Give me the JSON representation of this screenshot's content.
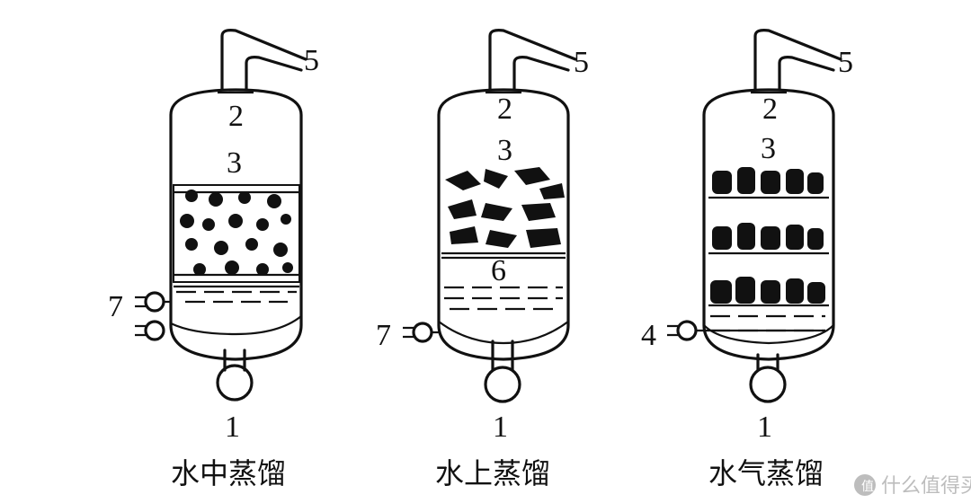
{
  "diagrams": [
    {
      "caption": "水中蒸馏",
      "labels": {
        "outlet": "5",
        "top": "2",
        "space": "3",
        "inlet": "7",
        "bottom": "1"
      }
    },
    {
      "caption": "水上蒸馏",
      "labels": {
        "outlet": "5",
        "top": "2",
        "space": "3",
        "grid": "6",
        "inlet": "7",
        "bottom": "1"
      }
    },
    {
      "caption": "水气蒸馏",
      "labels": {
        "outlet": "5",
        "top": "2",
        "space": "3",
        "inlet": "4",
        "bottom": "1"
      }
    }
  ],
  "watermark": {
    "text": "什么值得买",
    "color": "#bdbdbd"
  }
}
